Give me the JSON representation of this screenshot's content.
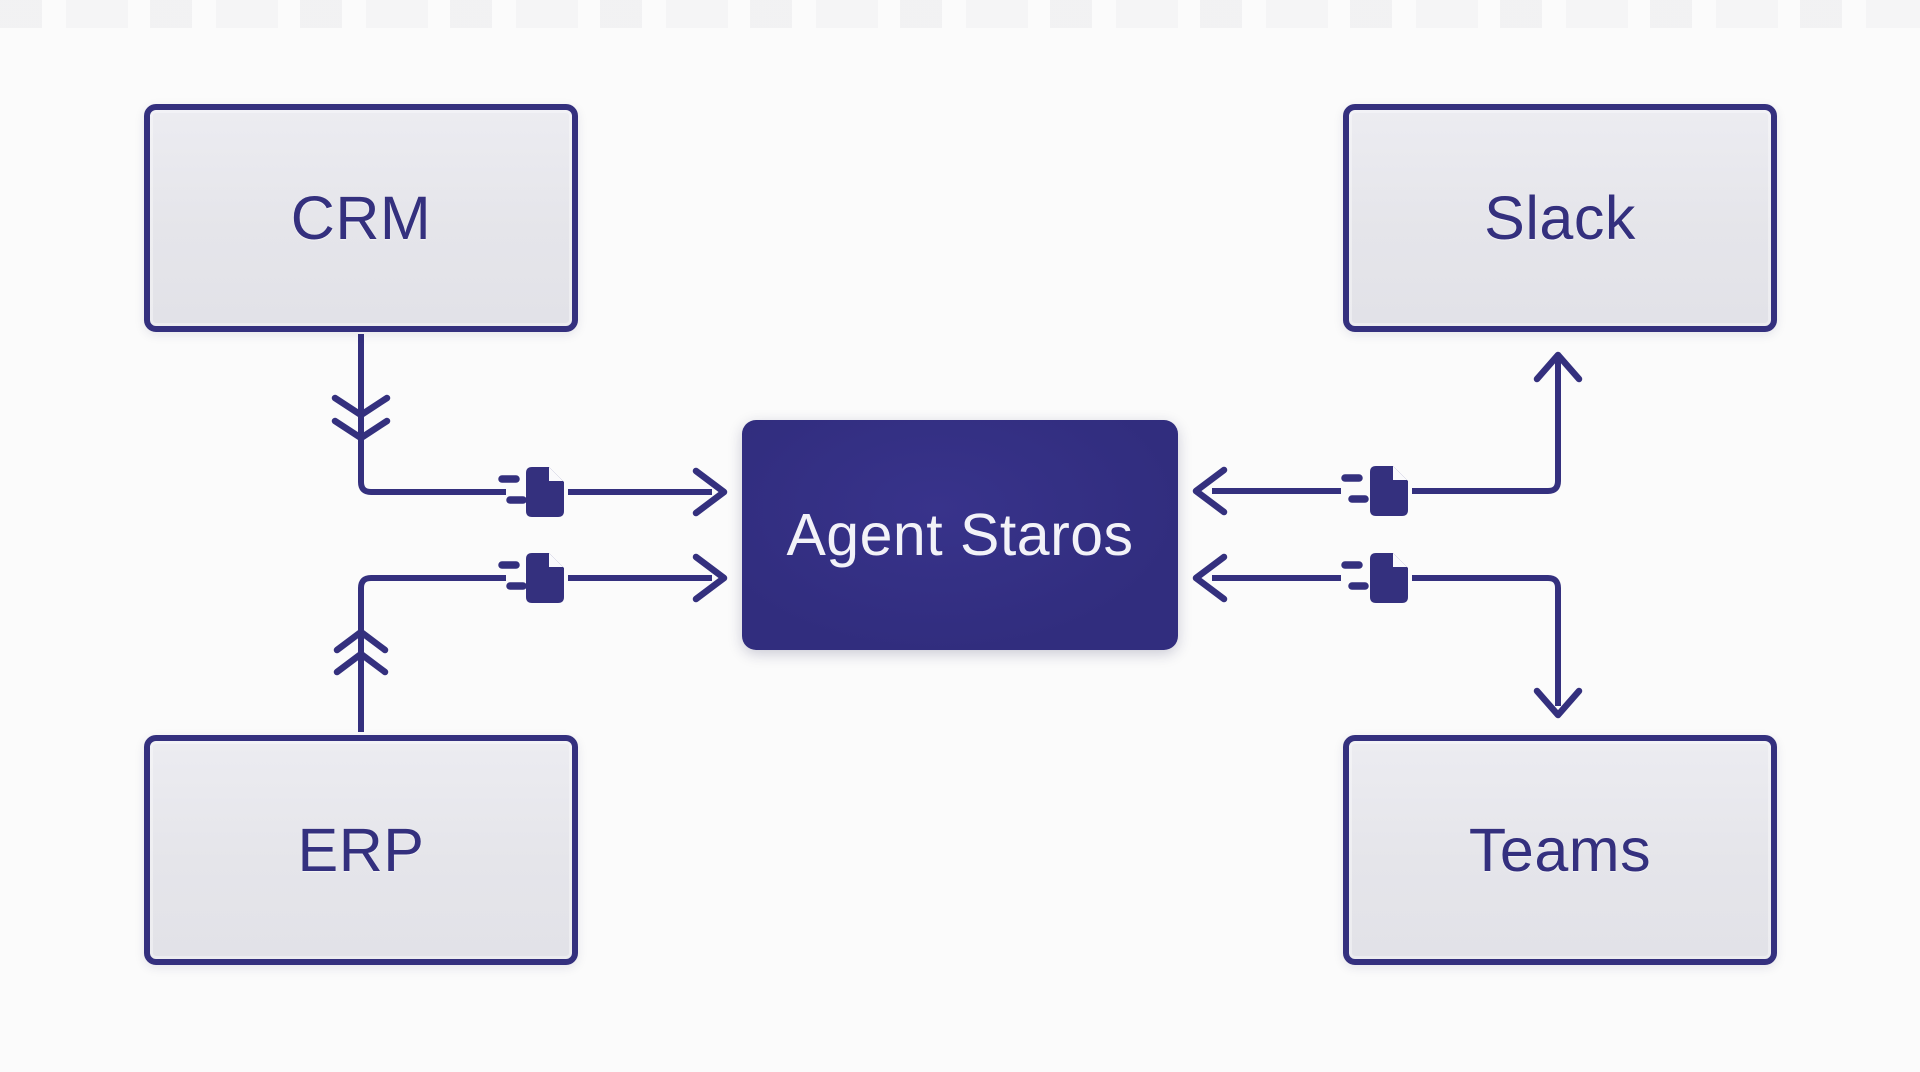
{
  "palette": {
    "indigo": "#34307e",
    "agent_fill": "#312d7e",
    "node_fill": "#e5e5ea",
    "node_text": "#34307e",
    "agent_text": "#f2f2f8",
    "background": "#fbfbfb"
  },
  "nodes": {
    "crm": {
      "label": "CRM"
    },
    "erp": {
      "label": "ERP"
    },
    "slack": {
      "label": "Slack"
    },
    "teams": {
      "label": "Teams"
    },
    "agent": {
      "label": "Agent Staros"
    }
  },
  "icons": {
    "document": "document-file-icon",
    "motion": "speed-dashes"
  },
  "edges": [
    {
      "id": "crm-to-agent",
      "from": "CRM",
      "to": "Agent Staros",
      "shape": "elbow-down-right",
      "markers": [
        "double-chevron-down",
        "arrowhead-into-agent"
      ],
      "icon": "document"
    },
    {
      "id": "erp-to-agent",
      "from": "ERP",
      "to": "Agent Staros",
      "shape": "elbow-up-right",
      "markers": [
        "double-chevron-up",
        "arrowhead-into-agent"
      ],
      "icon": "document"
    },
    {
      "id": "agent-slack",
      "between": [
        "Agent Staros",
        "Slack"
      ],
      "shape": "elbow-right-up",
      "markers": [
        "arrowhead-into-agent",
        "arrowhead-into-slack"
      ],
      "icon": "document"
    },
    {
      "id": "agent-teams",
      "between": [
        "Agent Staros",
        "Teams"
      ],
      "shape": "elbow-right-down",
      "markers": [
        "arrowhead-into-agent",
        "arrowhead-into-teams"
      ],
      "icon": "document"
    }
  ]
}
